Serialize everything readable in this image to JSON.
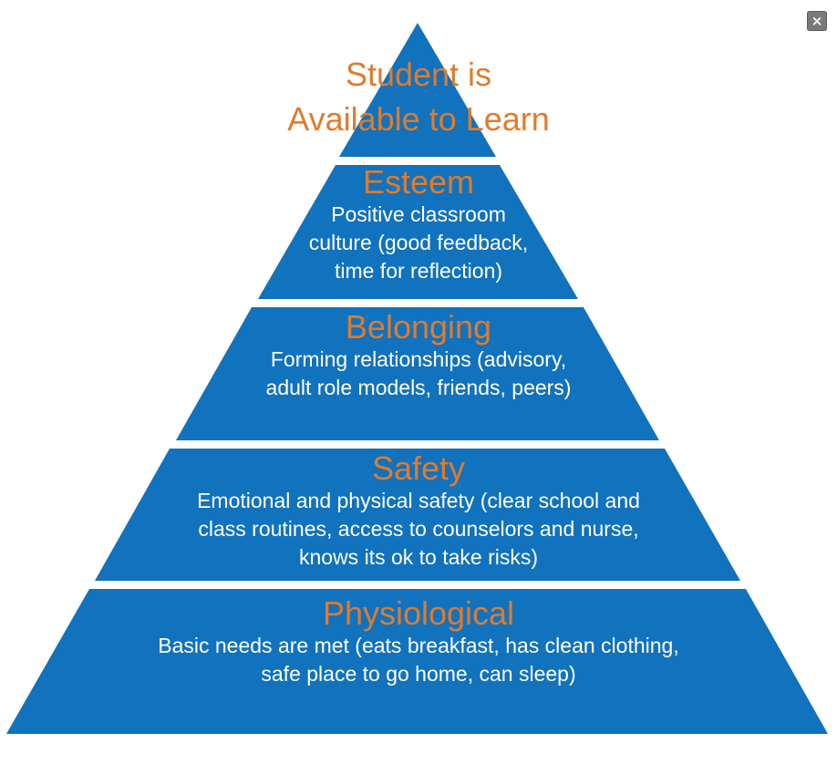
{
  "close_label": "×",
  "colors": {
    "tier_fill": "#1172be",
    "title_text": "#e07b2b",
    "desc_text": "#ffffff",
    "separator": "#ffffff"
  },
  "pyramid": {
    "apex": {
      "title_line1": "Student is",
      "title_line2": "Available to Learn"
    },
    "esteem": {
      "title": "Esteem",
      "desc_line1": "Positive classroom",
      "desc_line2": "culture (good feedback,",
      "desc_line3": "time for reflection)"
    },
    "belonging": {
      "title": "Belonging",
      "desc_line1": "Forming relationships (advisory,",
      "desc_line2": "adult role models, friends, peers)"
    },
    "safety": {
      "title": "Safety",
      "desc_line1": "Emotional and physical safety (clear school and",
      "desc_line2": "class routines, access to counselors and nurse,",
      "desc_line3": "knows its ok to take risks)"
    },
    "physiological": {
      "title": "Physiological",
      "desc_line1": "Basic needs are met (eats breakfast, has clean clothing,",
      "desc_line2": "safe place to go home, can sleep)"
    }
  }
}
